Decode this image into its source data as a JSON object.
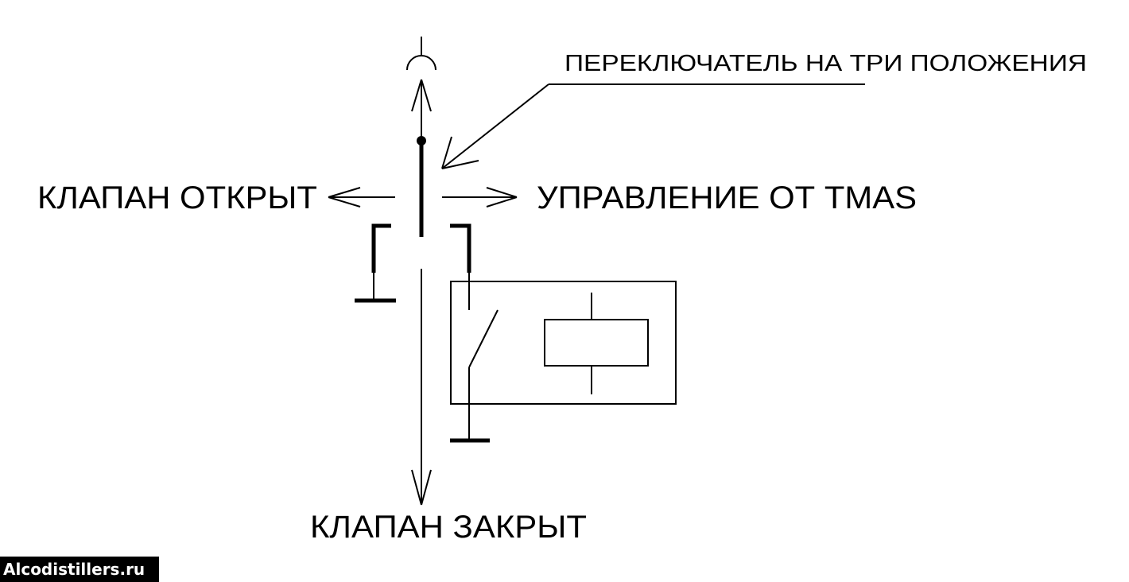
{
  "labels": {
    "switch_title": "ПЕРЕКЛЮЧАТЕЛЬ НА ТРИ ПОЛОЖЕНИЯ",
    "valve_open": "КЛАПАН ОТКРЫТ",
    "control_tmas": "УПРАВЛЕНИЕ ОТ TMAS",
    "valve_closed": "КЛАПАН ЗАКРЫТ"
  },
  "watermark": "Alcodistillers.ru",
  "colors": {
    "line": "#000000",
    "background": "#ffffff",
    "watermark_bg": "#000000",
    "watermark_text": "#ffffff"
  },
  "icons": [
    "power-terminal-icon",
    "switch-pivot-icon",
    "switch-lever-icon",
    "ground-icon",
    "relay-coil-icon",
    "relay-contact-icon"
  ]
}
